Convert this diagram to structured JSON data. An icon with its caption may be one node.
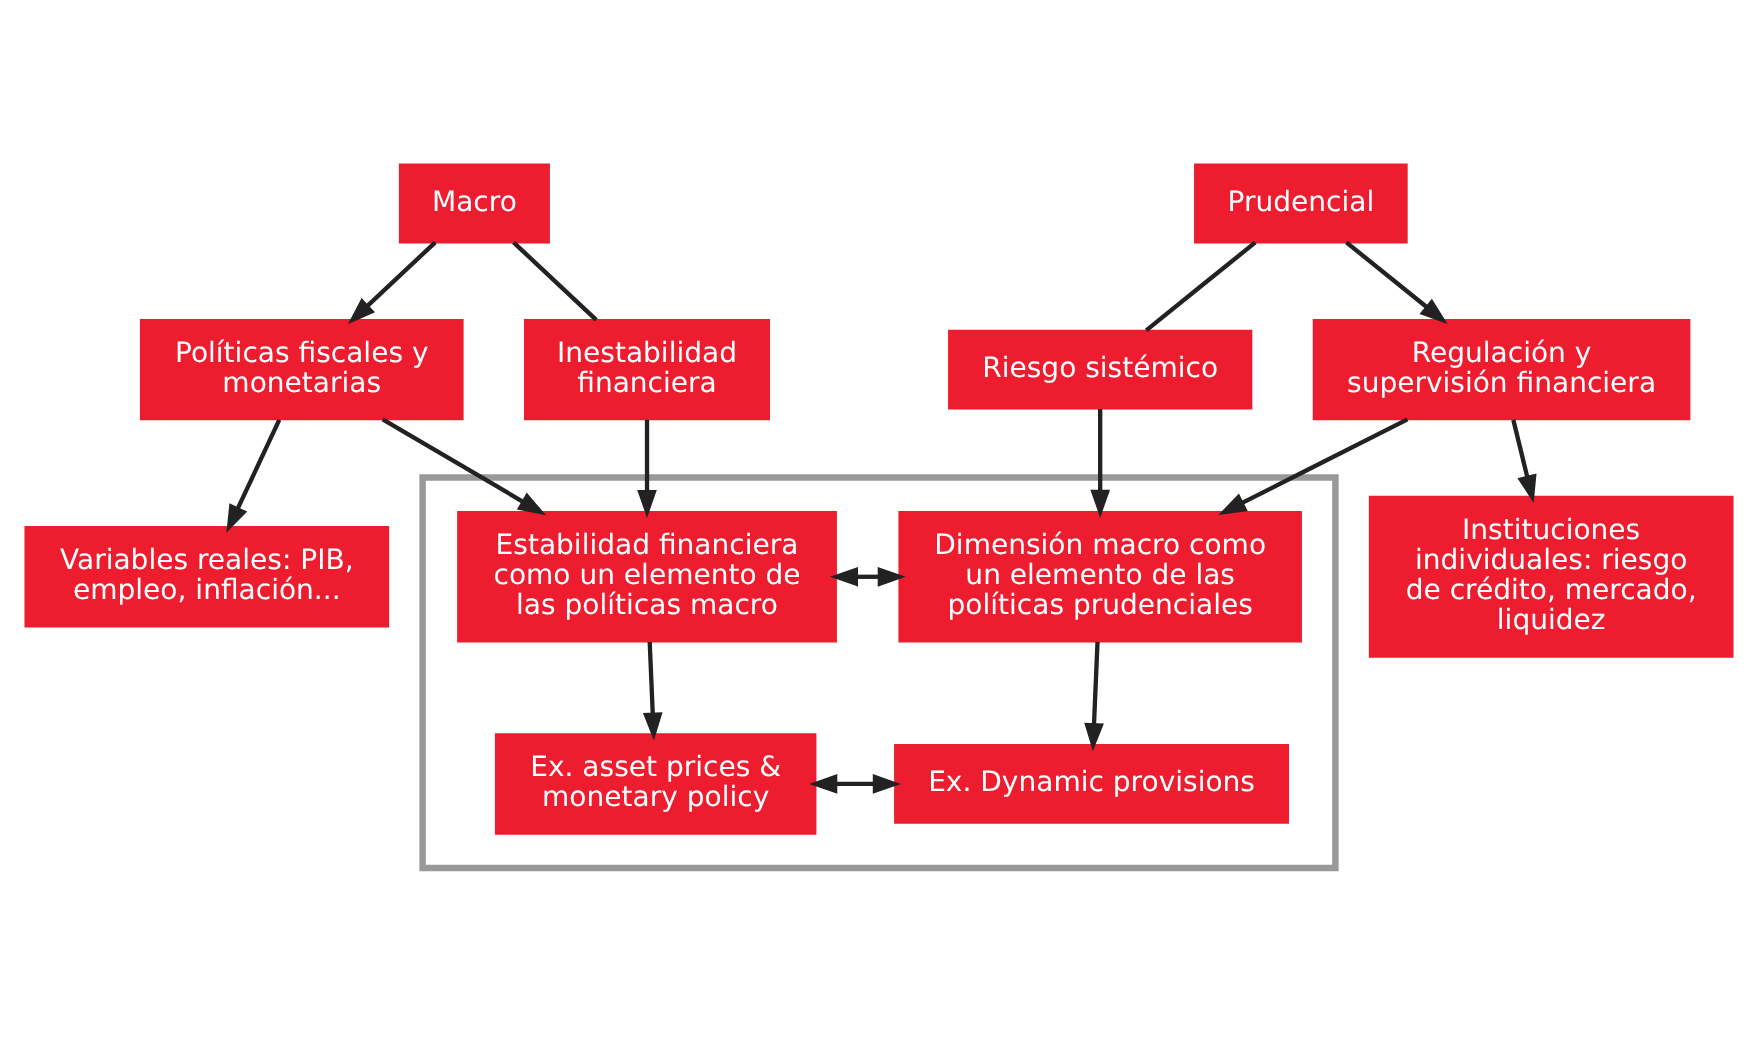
{
  "diagram": {
    "nodes": [
      {
        "text": [
          "Macro"
        ]
      },
      {
        "text": [
          "Prudencial"
        ]
      },
      {
        "text": [
          "Inestabilidad financiera"
        ]
      },
      {
        "text": [
          "Riesgo sistémico"
        ]
      },
      {
        "text": [
          "Políticas fiscales y monetarias"
        ]
      },
      {
        "text": [
          "Regulación y supervisión financiera"
        ]
      },
      {
        "text": [],
        "shape": "box"
      },
      {
        "text": [
          "Estabilidad financiera como un elemento de las políticas macro"
        ],
        "in": 6
      },
      {
        "text": [
          "Dimensión macro como un elemento de las políticas prudenciales"
        ],
        "in": 6
      },
      {
        "text": [
          "Ex. asset prices & monetary policy"
        ],
        "in": 6
      },
      {
        "text": [
          "Ex. Dynamic provisions"
        ],
        "in": 6
      },
      {
        "text": [
          "Variables reales: PIB, empleo, inflación..."
        ]
      },
      {
        "text": [
          "Instituciones individuales: riesgo de crédito, mercado, liquidez"
        ]
      }
    ],
    "edges": [
      {
        "from": 0,
        "to": 4,
        "arrow": "to"
      },
      {
        "from": 0,
        "to": 2,
        "arrow": "none"
      },
      {
        "from": 1,
        "to": 3,
        "arrow": "none"
      },
      {
        "from": 1,
        "to": 5,
        "arrow": "to"
      },
      {
        "from": 2,
        "to": 7,
        "arrow": "to"
      },
      {
        "from": 3,
        "to": 8,
        "arrow": "to"
      },
      {
        "from": 4,
        "to": 7,
        "arrow": "to"
      },
      {
        "from": 5,
        "to": 8,
        "arrow": "to"
      },
      {
        "from": 7,
        "to": 8,
        "arrow": "both"
      },
      {
        "from": 7,
        "to": 9,
        "arrow": "to"
      },
      {
        "from": 8,
        "to": 10,
        "arrow": "to"
      },
      {
        "from": 9,
        "to": 10,
        "arrow": "both"
      },
      {
        "from": 4,
        "to": 11,
        "arrow": "to"
      },
      {
        "from": 5,
        "to": 12,
        "arrow": "to"
      }
    ]
  }
}
